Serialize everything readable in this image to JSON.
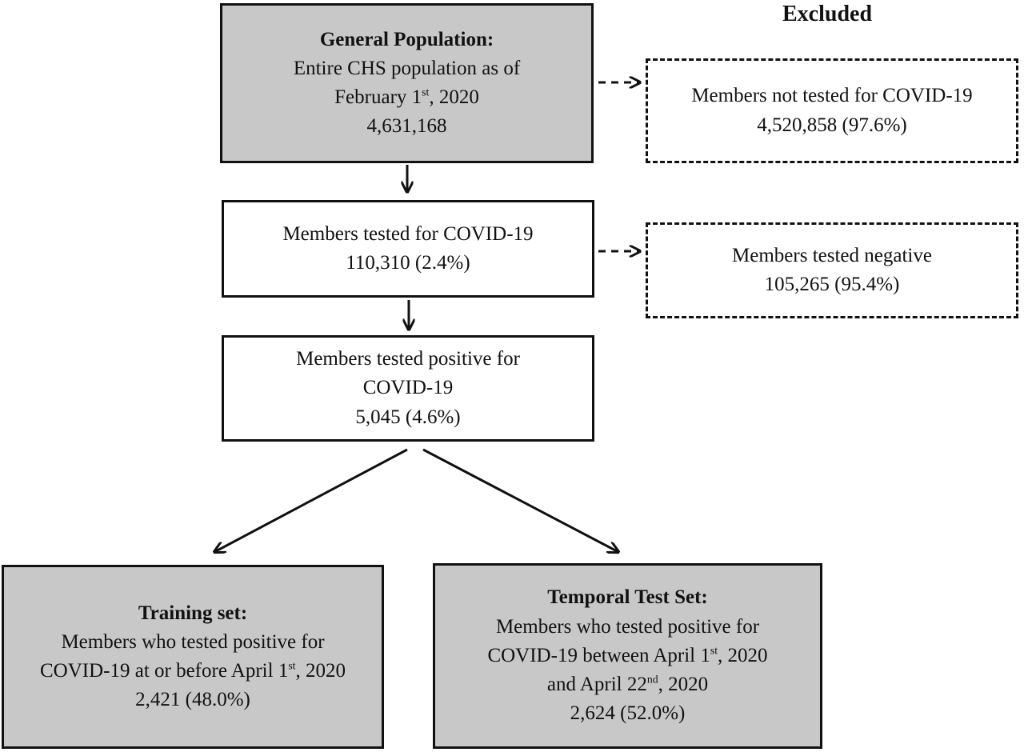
{
  "excluded_heading": "Excluded",
  "general": {
    "title": "General Population:",
    "line1": "Entire CHS population as of",
    "line2_pre": "February 1",
    "line2_sup": "st",
    "line2_post": ", 2020",
    "count": "4,631,168"
  },
  "not_tested": {
    "label": "Members not tested for COVID-19",
    "count": "4,520,858 (97.6%)"
  },
  "tested": {
    "label": "Members tested for COVID-19",
    "count": "110,310 (2.4%)"
  },
  "negative": {
    "label": "Members tested negative",
    "count": "105,265 (95.4%)"
  },
  "positive": {
    "line1": "Members tested positive for",
    "line2": "COVID-19",
    "count": "5,045 (4.6%)"
  },
  "training": {
    "title": "Training set:",
    "line1": "Members who tested positive for",
    "line2_pre": "COVID-19 at or before April 1",
    "line2_sup": "st",
    "line2_post": ", 2020",
    "count": "2,421 (48.0%)"
  },
  "temporal": {
    "title": "Temporal Test Set:",
    "line1": "Members who tested positive for",
    "line2_pre": "COVID-19 between April 1",
    "line2_sup": "st",
    "line2_post": ", 2020",
    "line3_pre": "and April 22",
    "line3_sup": "nd",
    "line3_post": ", 2020",
    "count": "2,624 (52.0%)"
  }
}
